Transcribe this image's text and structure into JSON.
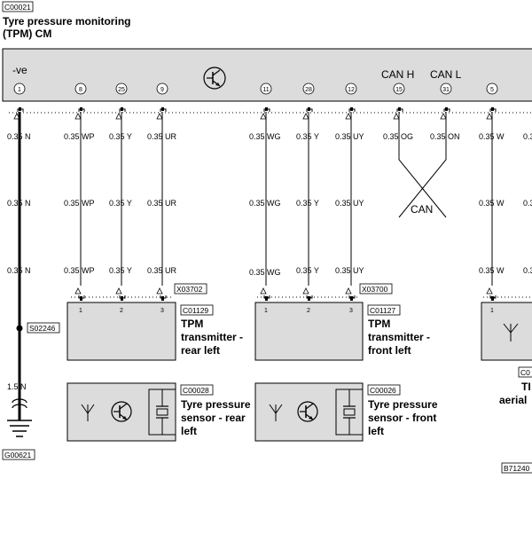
{
  "module": {
    "code": "C00021",
    "title_line1": "Tyre pressure monitoring",
    "title_line2": "(TPM) CM",
    "ground_label": "-ve",
    "can_h": "CAN H",
    "can_l": "CAN L",
    "pins": [
      "1",
      "8",
      "25",
      "9",
      "11",
      "28",
      "12",
      "15",
      "31",
      "5"
    ]
  },
  "wires": {
    "row1": [
      "0.35 N",
      "0.35 WP",
      "0.35 Y",
      "0.35 UR",
      "0.35 WG",
      "0.35 Y",
      "0.35 UY",
      "0.35 OG",
      "0.35 ON",
      "0.35 W",
      "0.3"
    ],
    "row2": [
      "0.35 N",
      "0.35 WP",
      "0.35 Y",
      "0.35 UR",
      "0.35 WG",
      "0.35 Y",
      "0.35 UY",
      "0.35 W",
      "0.3"
    ],
    "row3": [
      "0.35 N",
      "0.35 WP",
      "0.35 Y",
      "0.35 UR",
      "0.35 WG",
      "0.35 Y",
      "0.35 UY",
      "0.35 W",
      "0.3"
    ],
    "can_label": "CAN",
    "ground_wire": "1.5 N"
  },
  "splice": "S02246",
  "ground_code": "G00621",
  "connectors": {
    "rear_left": "X03702",
    "front_left": "X03700"
  },
  "transmitter_rear_left": {
    "code": "C01129",
    "line1": "TPM",
    "line2": "transmitter -",
    "line3": "rear left",
    "pins": [
      "1",
      "2",
      "3"
    ]
  },
  "transmitter_front_left": {
    "code": "C01127",
    "line1": "TPM",
    "line2": "transmitter -",
    "line3": "front left",
    "pins": [
      "1",
      "2",
      "3"
    ]
  },
  "sensor_rear_left": {
    "code": "C00028",
    "line1": "Tyre pressure",
    "line2": "sensor - rear",
    "line3": "left"
  },
  "sensor_front_left": {
    "code": "C00026",
    "line1": "Tyre pressure",
    "line2": "sensor - front",
    "line3": "left"
  },
  "aerial": {
    "pin": "1",
    "code_partial": "C0",
    "line1_partial": "TI",
    "line2_partial": "aerial"
  },
  "figure_code": "B71240"
}
